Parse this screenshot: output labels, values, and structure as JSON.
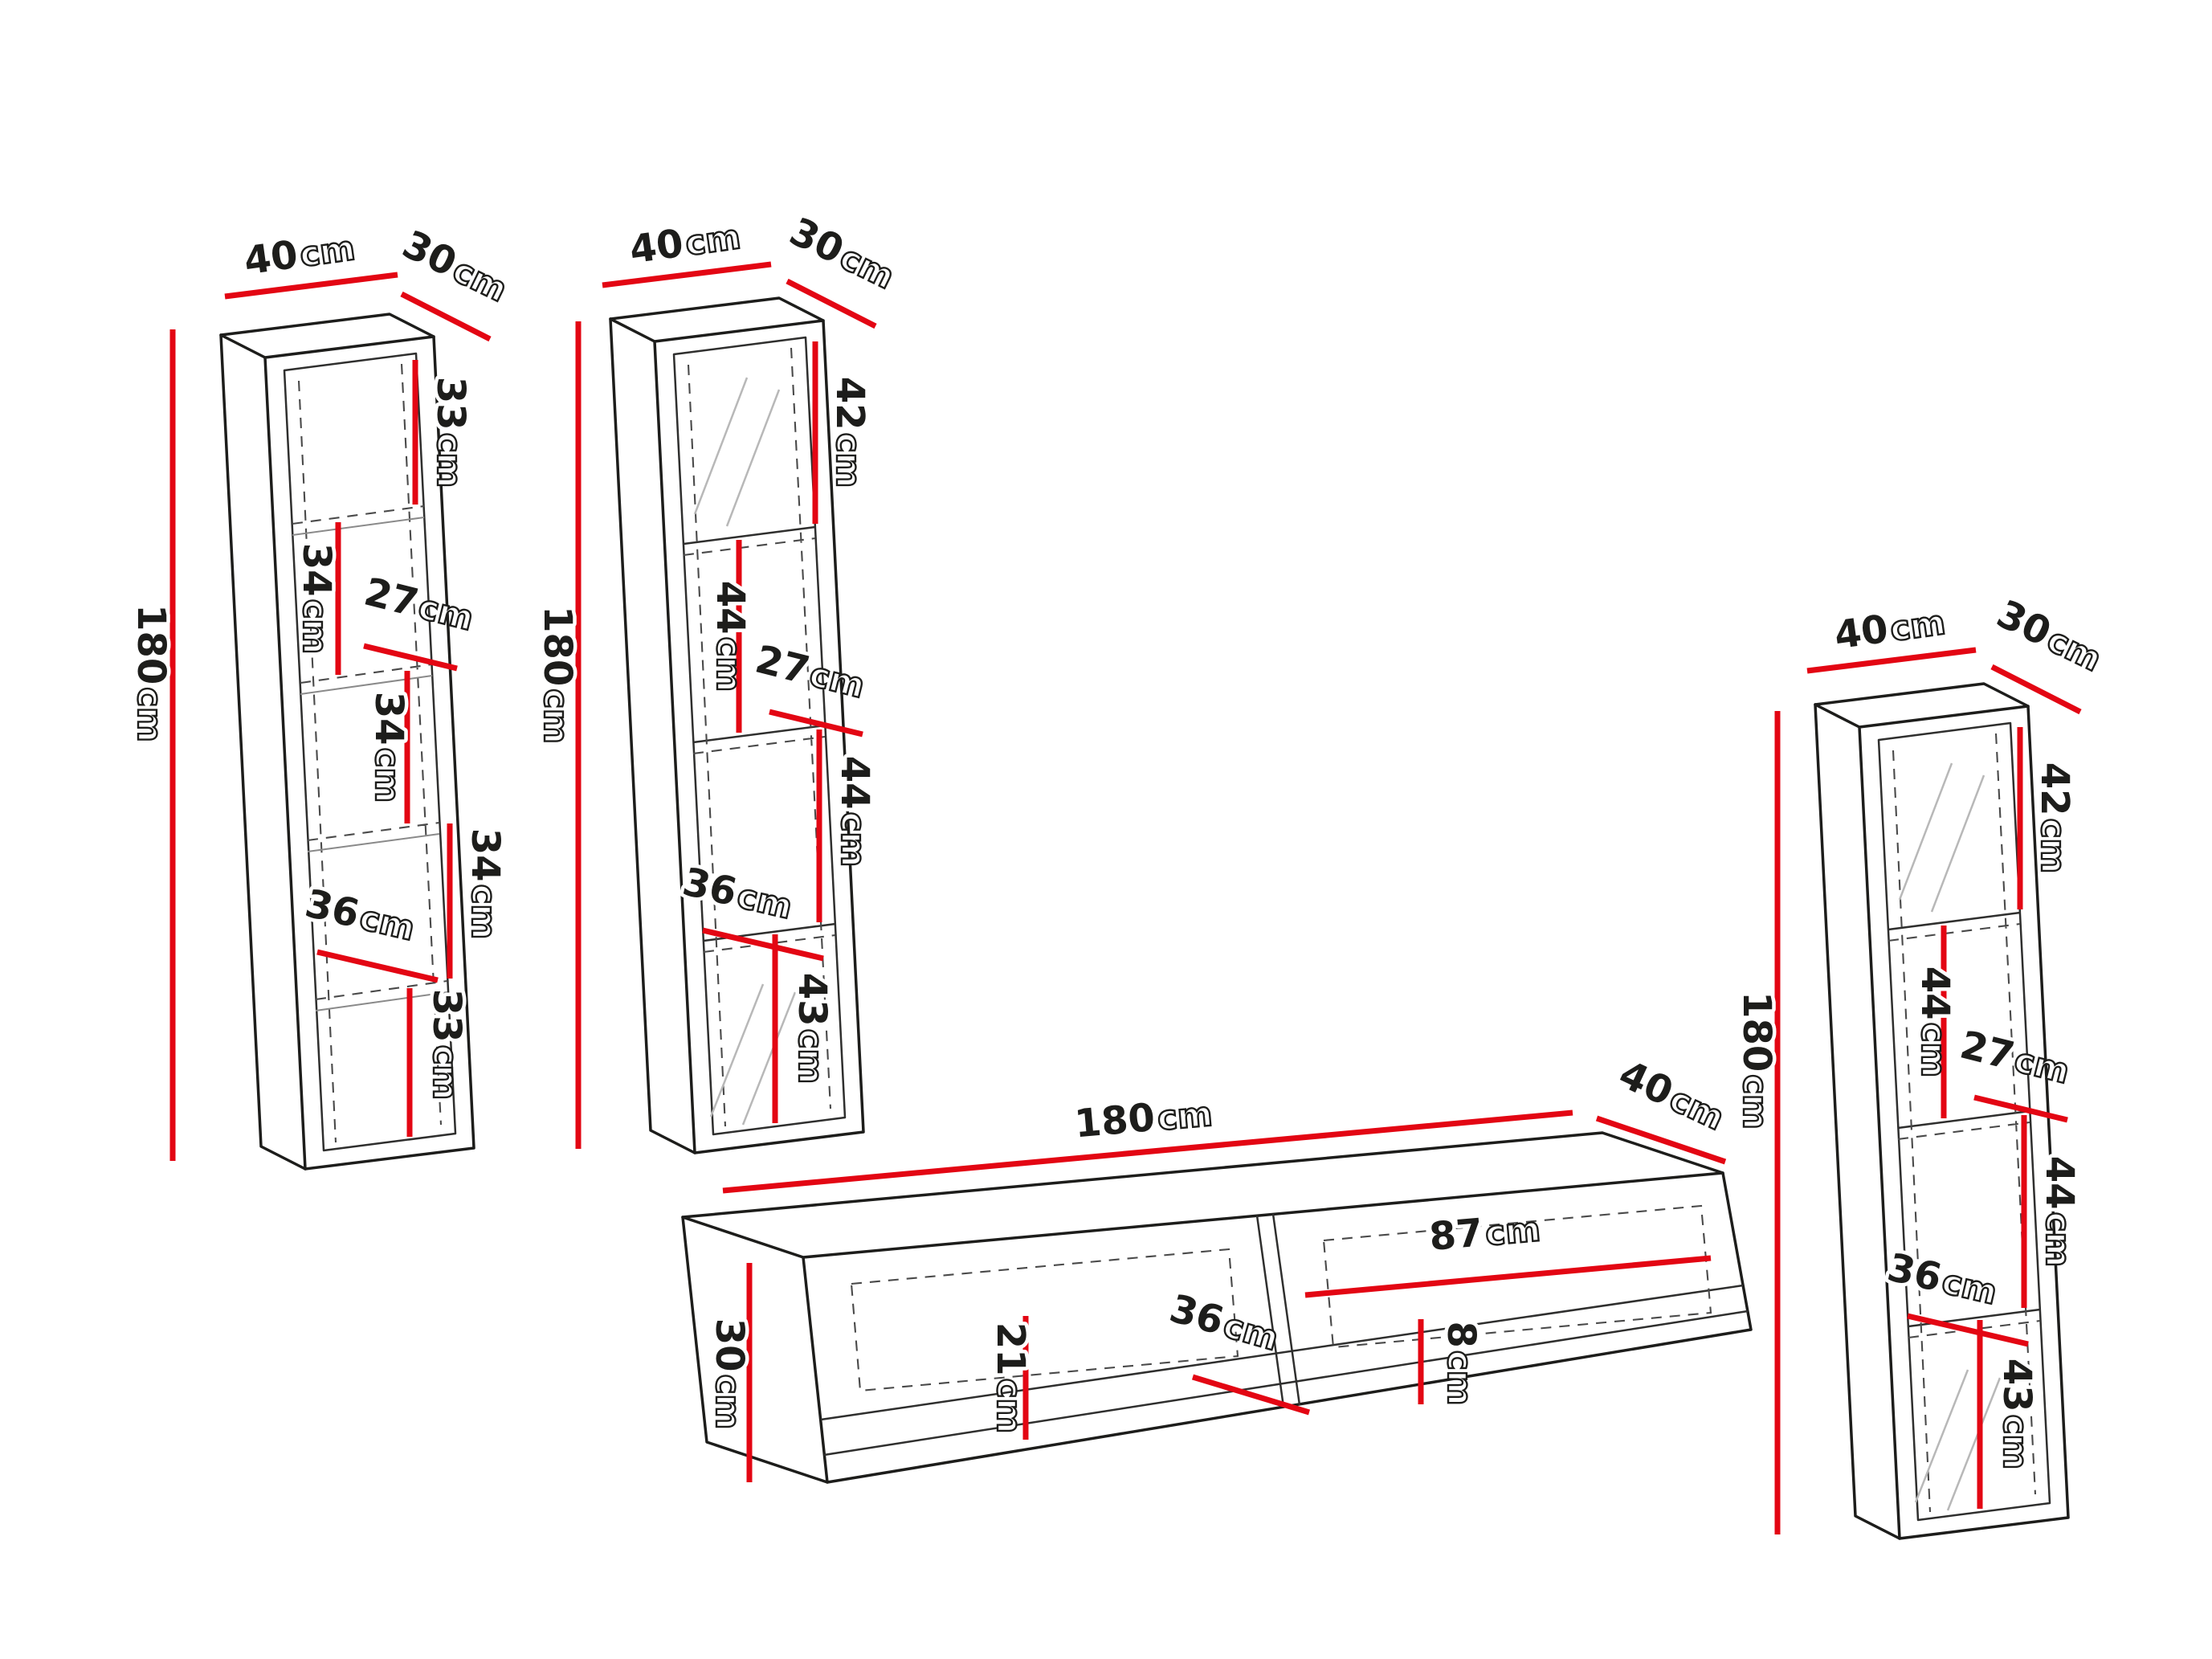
{
  "unit": "cm",
  "style": {
    "background": "#ffffff",
    "edge_color": "#1d1d1b",
    "hidden_line_color": "#4a4a4a",
    "dimension_line_color": "#e30613",
    "label_number_color": "#1d1d1b"
  },
  "cabinet_left": {
    "width": "40",
    "depth": "30",
    "height": "180",
    "sections": [
      "33",
      "34",
      "27",
      "34",
      "34",
      "36",
      "33"
    ]
  },
  "cabinet_glass_left": {
    "width": "40",
    "depth": "30",
    "height": "180",
    "sections": [
      "42",
      "44",
      "27",
      "44",
      "36",
      "43"
    ]
  },
  "tv_stand": {
    "length": "180",
    "depth": "40",
    "height": "30",
    "inner": [
      "87",
      "21",
      "36",
      "8"
    ]
  },
  "cabinet_glass_right": {
    "width": "40",
    "depth": "30",
    "height": "180",
    "sections": [
      "42",
      "44",
      "27",
      "44",
      "36",
      "43"
    ]
  }
}
